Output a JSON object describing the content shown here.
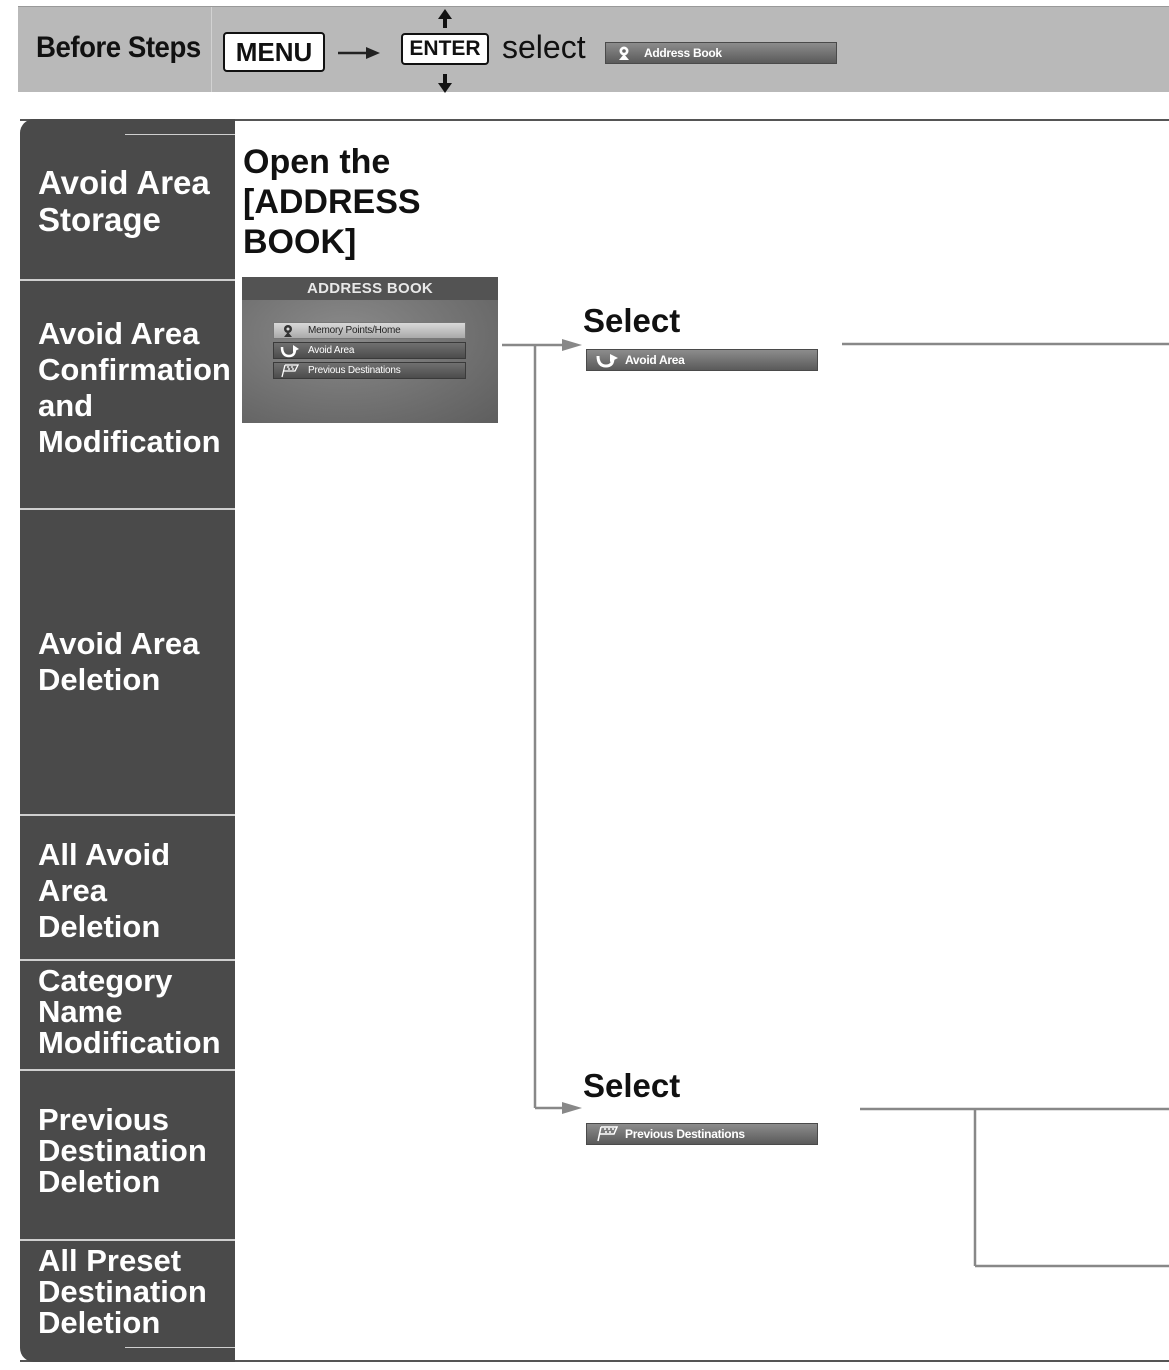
{
  "header": {
    "label": "Before Steps",
    "menu_key": "MENU",
    "enter_key": "ENTER",
    "select_word": "select",
    "chip_label": "Address Book"
  },
  "sidebar": {
    "items": [
      {
        "label": "Avoid Area Storage"
      },
      {
        "label": "Avoid Area Confirmation and Modification"
      },
      {
        "label": "Avoid Area Deletion"
      },
      {
        "label": "All Avoid Area Deletion"
      },
      {
        "label": "Category Name Modification"
      },
      {
        "label": "Previous Destination Deletion"
      },
      {
        "label": "All Preset Destination Deletion"
      }
    ]
  },
  "main": {
    "title": "Open the [ADDRESS BOOK]",
    "screen": {
      "title": "ADDRESS BOOK",
      "items": [
        {
          "label": "Memory Points/Home",
          "icon": "memory-point-icon"
        },
        {
          "label": "Avoid Area",
          "icon": "avoid-area-icon"
        },
        {
          "label": "Previous Destinations",
          "icon": "previous-destinations-icon"
        }
      ]
    },
    "branch_avoid": {
      "select_label": "Select",
      "chip_label": "Avoid Area"
    },
    "branch_prev": {
      "select_label": "Select",
      "chip_label": "Previous Destinations"
    }
  }
}
